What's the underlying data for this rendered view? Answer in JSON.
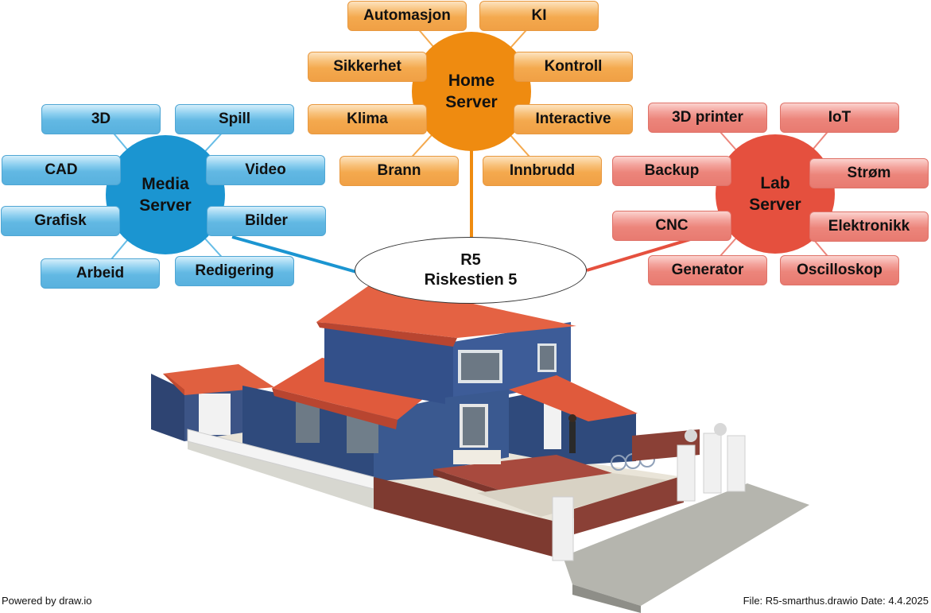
{
  "center": {
    "line1": "R5",
    "line2": "Riskestien 5"
  },
  "hubs": {
    "media": {
      "line1": "Media",
      "line2": "Server"
    },
    "home": {
      "line1": "Home",
      "line2": "Server"
    },
    "lab": {
      "line1": "Lab",
      "line2": "Server"
    }
  },
  "media_items": [
    "3D",
    "Spill",
    "CAD",
    "Video",
    "Grafisk",
    "Bilder",
    "Arbeid",
    "Redigering"
  ],
  "home_items": [
    "Automasjon",
    "KI",
    "Sikkerhet",
    "Kontroll",
    "Klima",
    "Interactive",
    "Brann",
    "Innbrudd"
  ],
  "lab_items": [
    "3D printer",
    "IoT",
    "Backup",
    "Strøm",
    "CNC",
    "Elektronikk",
    "Generator",
    "Oscilloskop"
  ],
  "colors": {
    "media": "#1b95d1",
    "home": "#ef8b10",
    "lab": "#e5503e"
  },
  "footer": {
    "left": "Powered by draw.io",
    "right": "File: R5-smarthus.drawio Date: 4.4.2025"
  }
}
